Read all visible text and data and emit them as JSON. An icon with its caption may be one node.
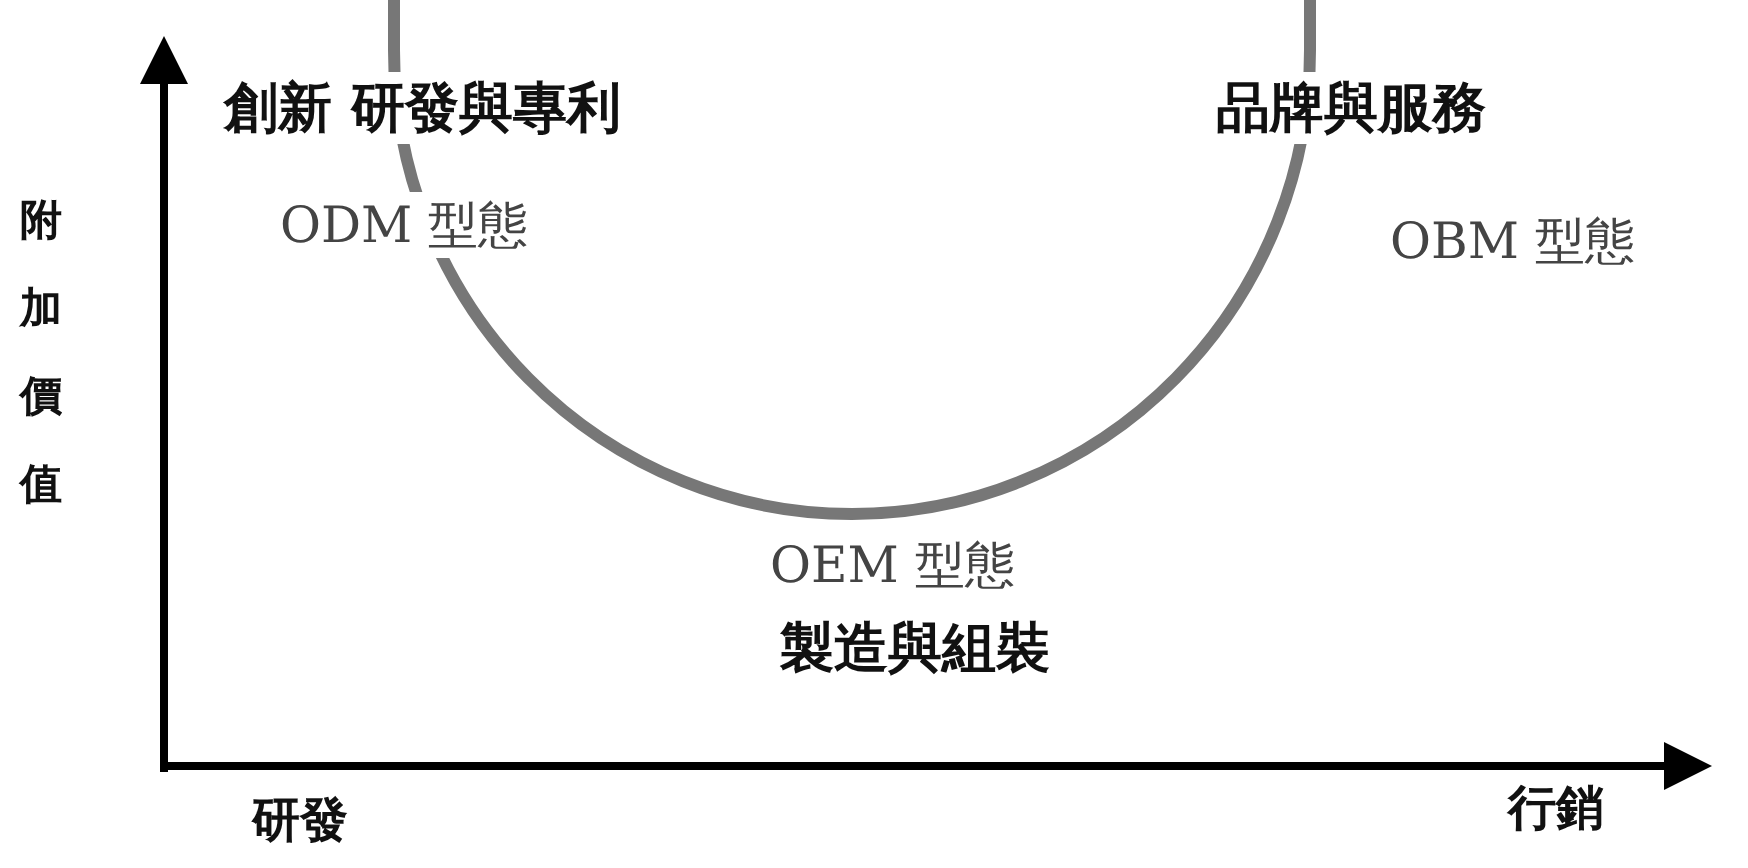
{
  "diagram": {
    "labels": [
      "創新 研發與專利",
      "品牌與服務",
      "附加價值",
      "ODM 型態",
      "OBM 型態",
      "OEM 型態",
      "製造與組裝",
      "研發",
      "行銷"
    ]
  }
}
